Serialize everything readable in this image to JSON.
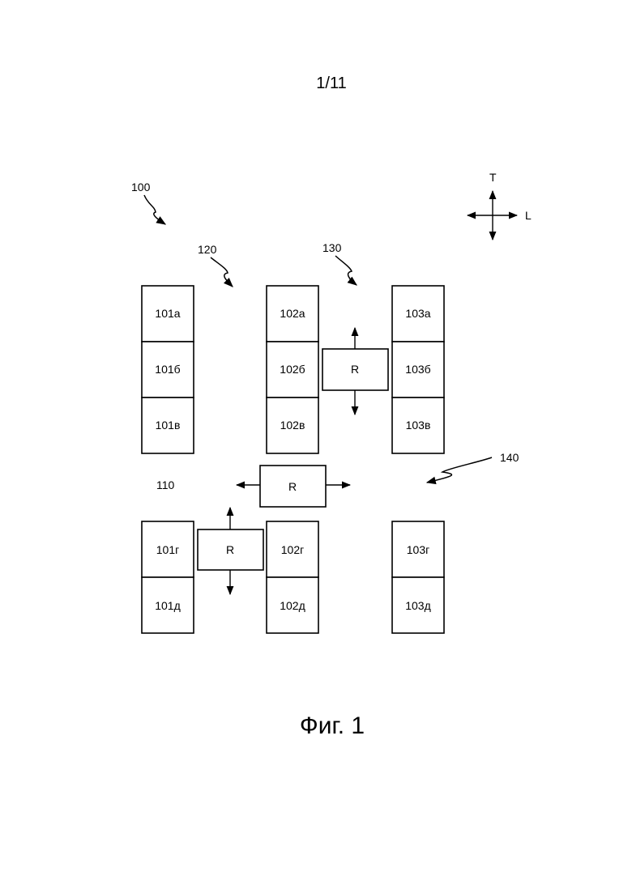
{
  "page_number": "1/11",
  "caption": "Фиг. 1",
  "reference_labels": {
    "system": "100",
    "aisle_main": "110",
    "aisle_120": "120",
    "aisle_130": "130",
    "aisle_140": "140"
  },
  "direction_labels": {
    "transverse": "T",
    "longitudinal": "L"
  },
  "robot_label": "R",
  "cells": {
    "c101a": "101а",
    "c101b": "101б",
    "c101v": "101в",
    "c101g": "101г",
    "c101d": "101д",
    "c102a": "102а",
    "c102b": "102б",
    "c102v": "102в",
    "c102g": "102г",
    "c102d": "102д",
    "c103a": "103а",
    "c103b": "103б",
    "c103v": "103в",
    "c103g": "103г",
    "c103d": "103д"
  }
}
